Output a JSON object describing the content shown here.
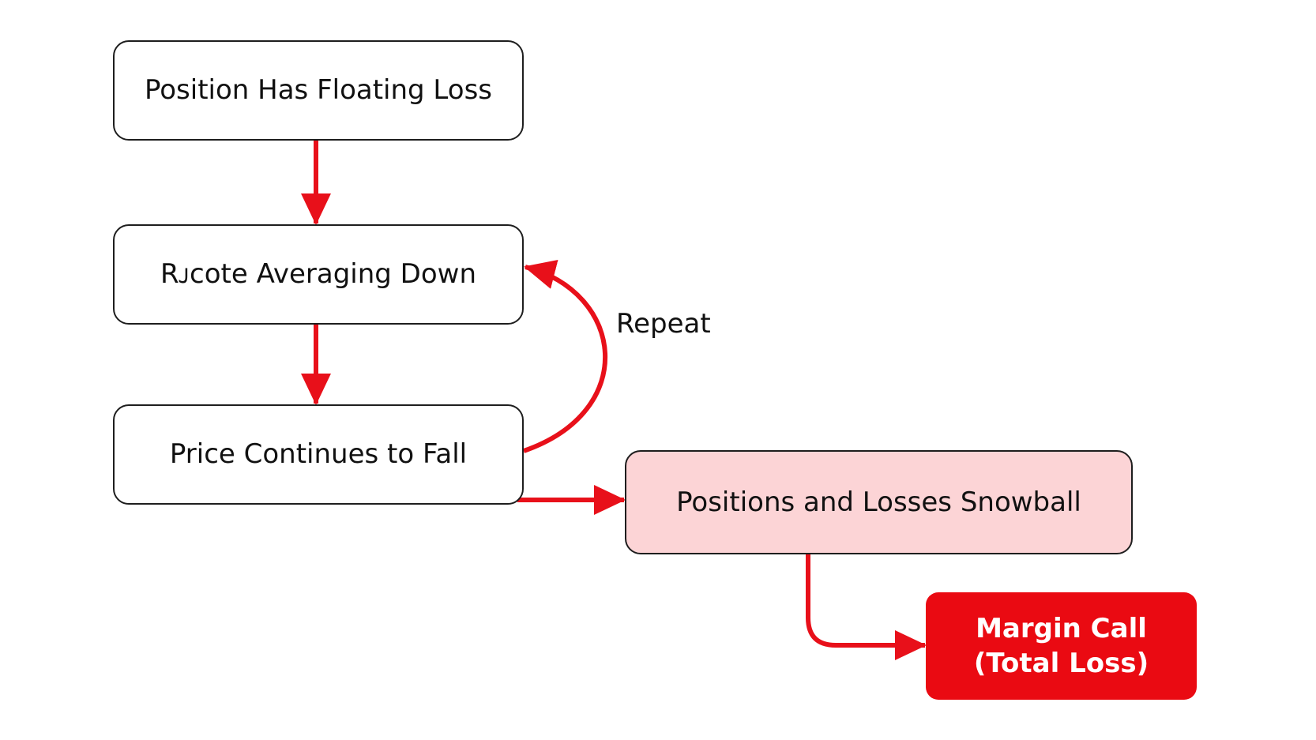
{
  "diagram": {
    "nodes": {
      "floating_loss": "Position Has Floating Loss",
      "averaging_down": "Rᴊcote Averaging Down",
      "price_falls": "Price Continues to Fall",
      "snowball": "Positions and Losses Snowball",
      "margin_call_line1": "Margin Call",
      "margin_call_line2": "(Total Loss)"
    },
    "loop_label": "Repeat"
  },
  "colors": {
    "arrow": "#e8101a",
    "node_border": "#1e1e1e",
    "snowball_fill": "#fcd4d6",
    "margin_call_fill": "#ea0a12",
    "text": "#111111"
  }
}
